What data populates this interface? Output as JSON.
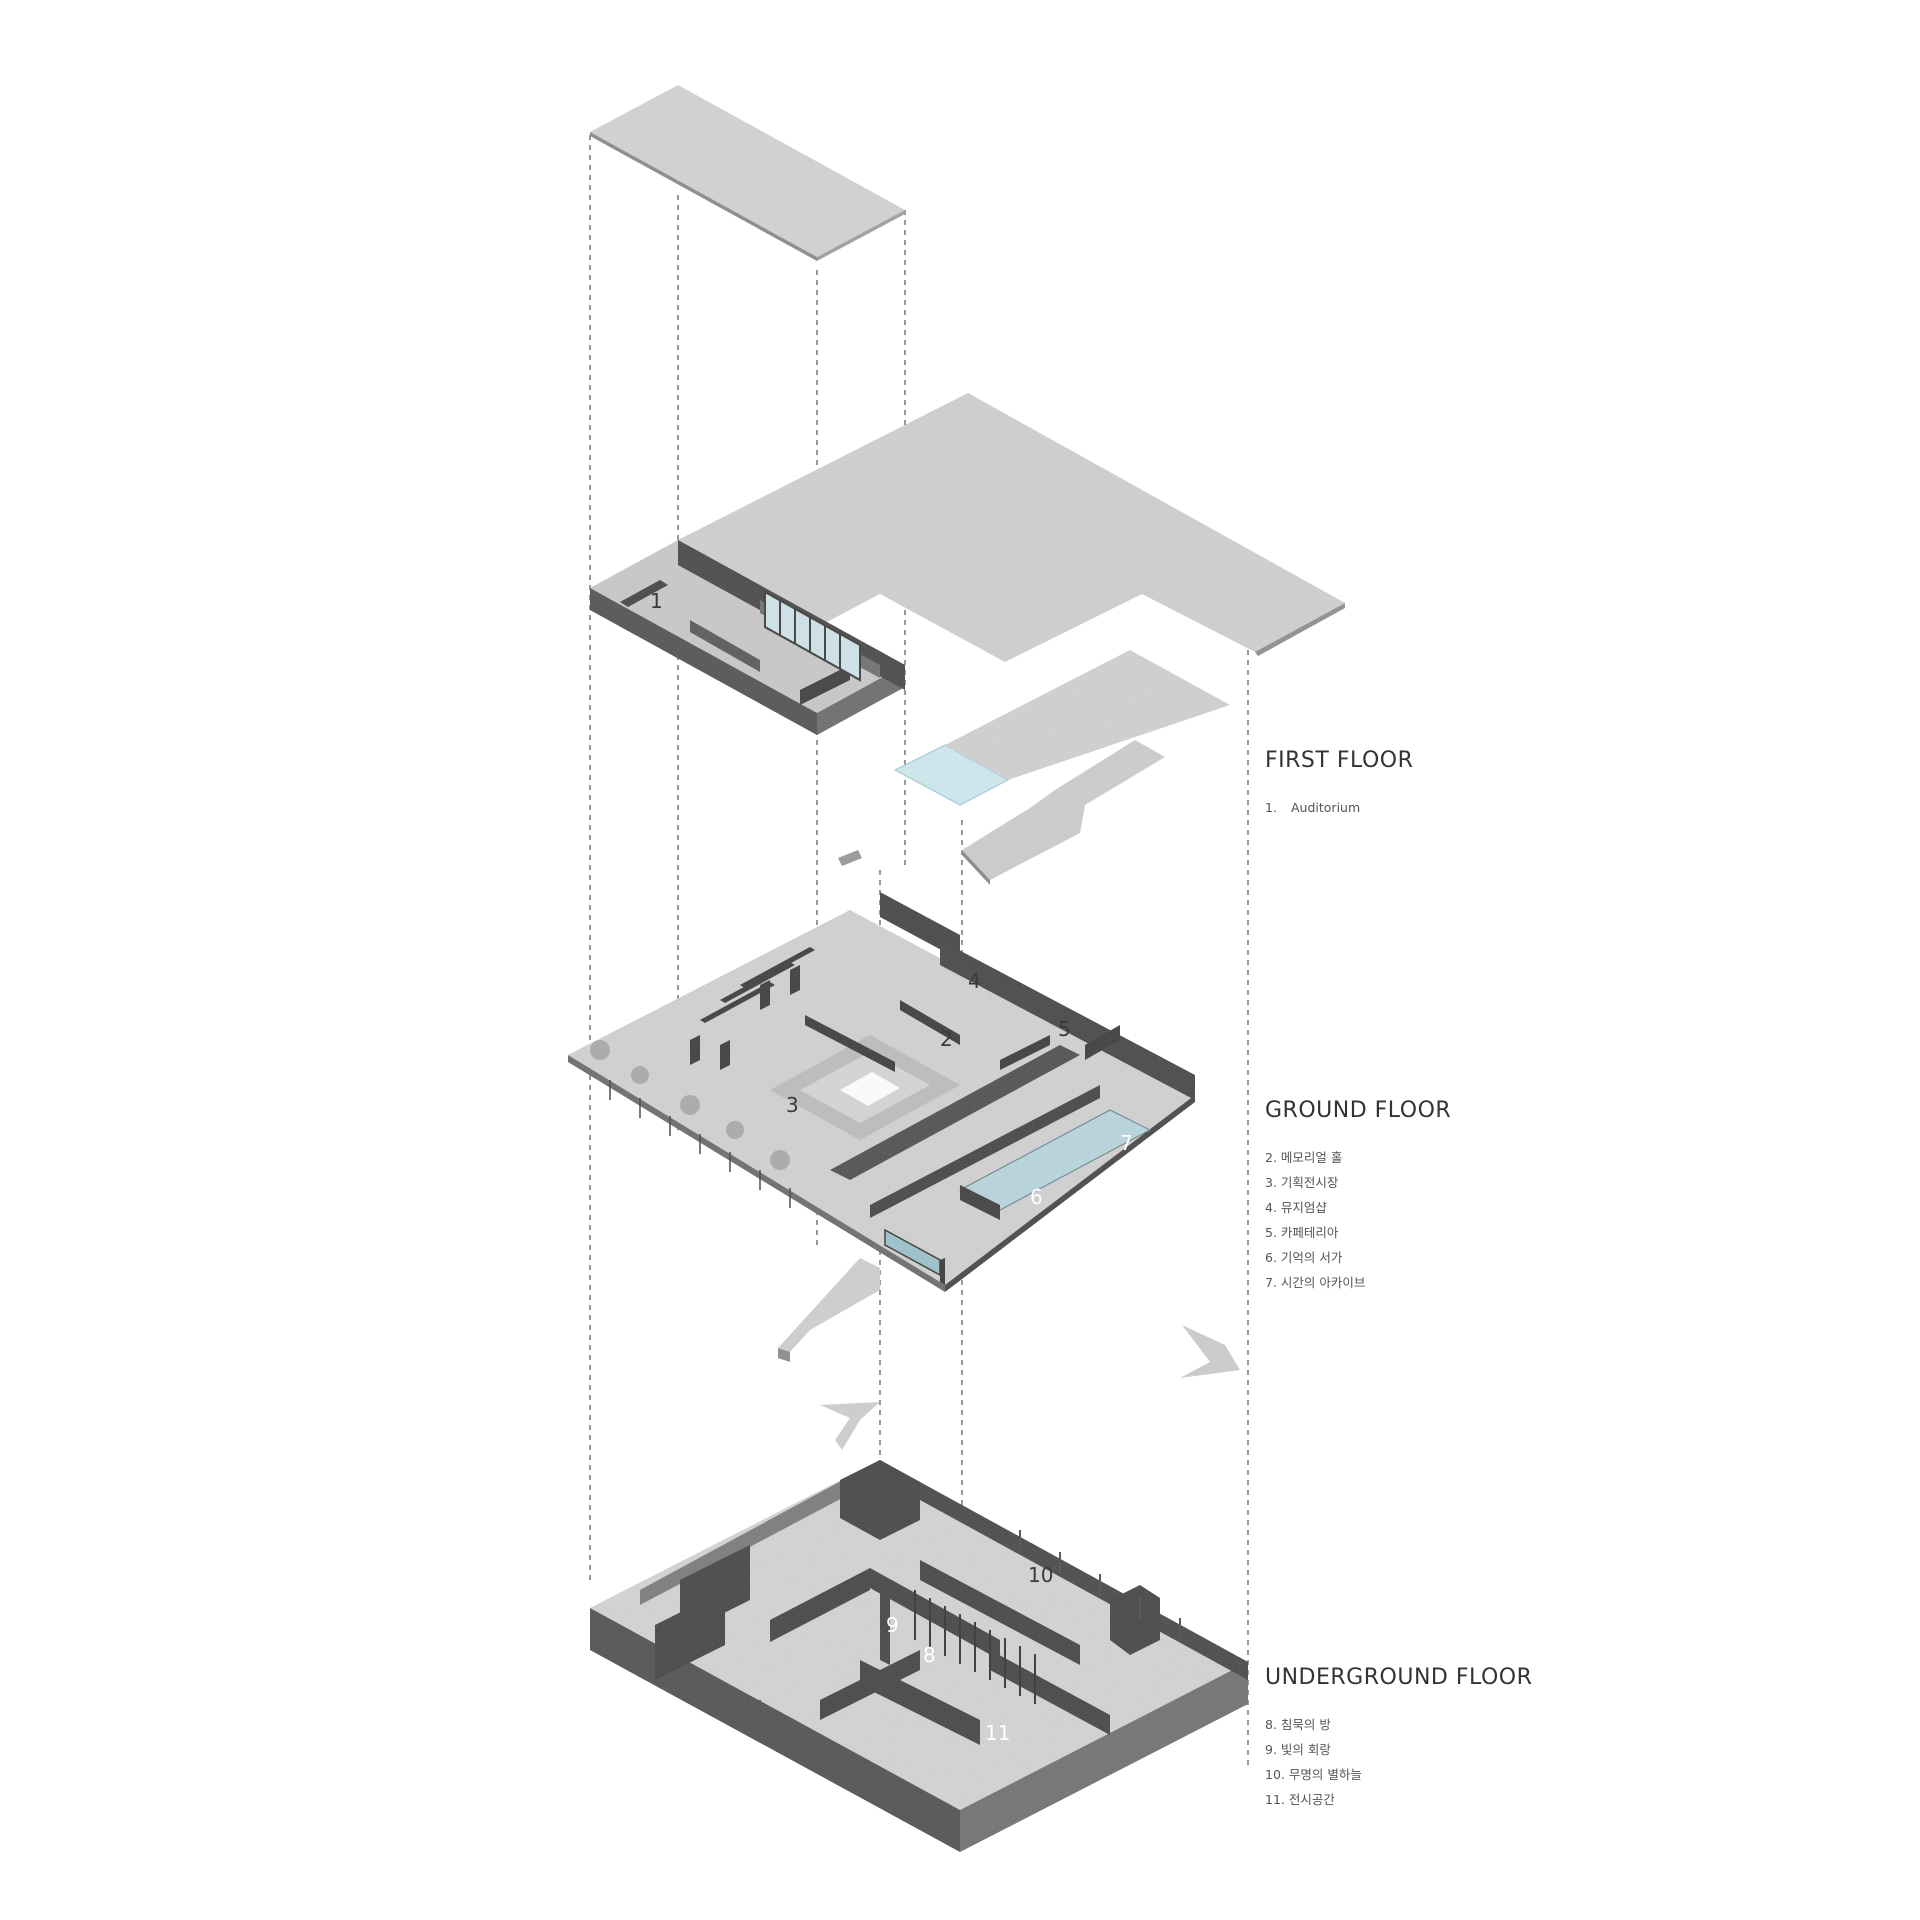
{
  "floors": {
    "first": {
      "title": "FIRST FLOOR",
      "items": [
        {
          "num": "1.",
          "label": "Auditorium"
        }
      ]
    },
    "ground": {
      "title": "GROUND FLOOR",
      "items": [
        "2. 메모리얼 홀",
        "3. 기획전시장",
        "4. 뮤지엄샵",
        "5. 카페테리아",
        "6. 기억의 서가",
        "7. 시간의 아카이브"
      ]
    },
    "underground": {
      "title": "UNDERGROUND FLOOR",
      "items": [
        "8. 침묵의 방",
        "9. 빛의 회랑",
        "10. 무명의 별하늘",
        "11. 전시공간"
      ]
    }
  },
  "room_numbers": [
    "1",
    "2",
    "3",
    "4",
    "5",
    "6",
    "7",
    "8",
    "9",
    "10",
    "11"
  ],
  "colors": {
    "slab": "#d6d6d6",
    "slab_dark": "#5c5c5c",
    "wall": "#4a4a4a",
    "glass": "#cfe9ef",
    "guide_line": "#555555"
  }
}
